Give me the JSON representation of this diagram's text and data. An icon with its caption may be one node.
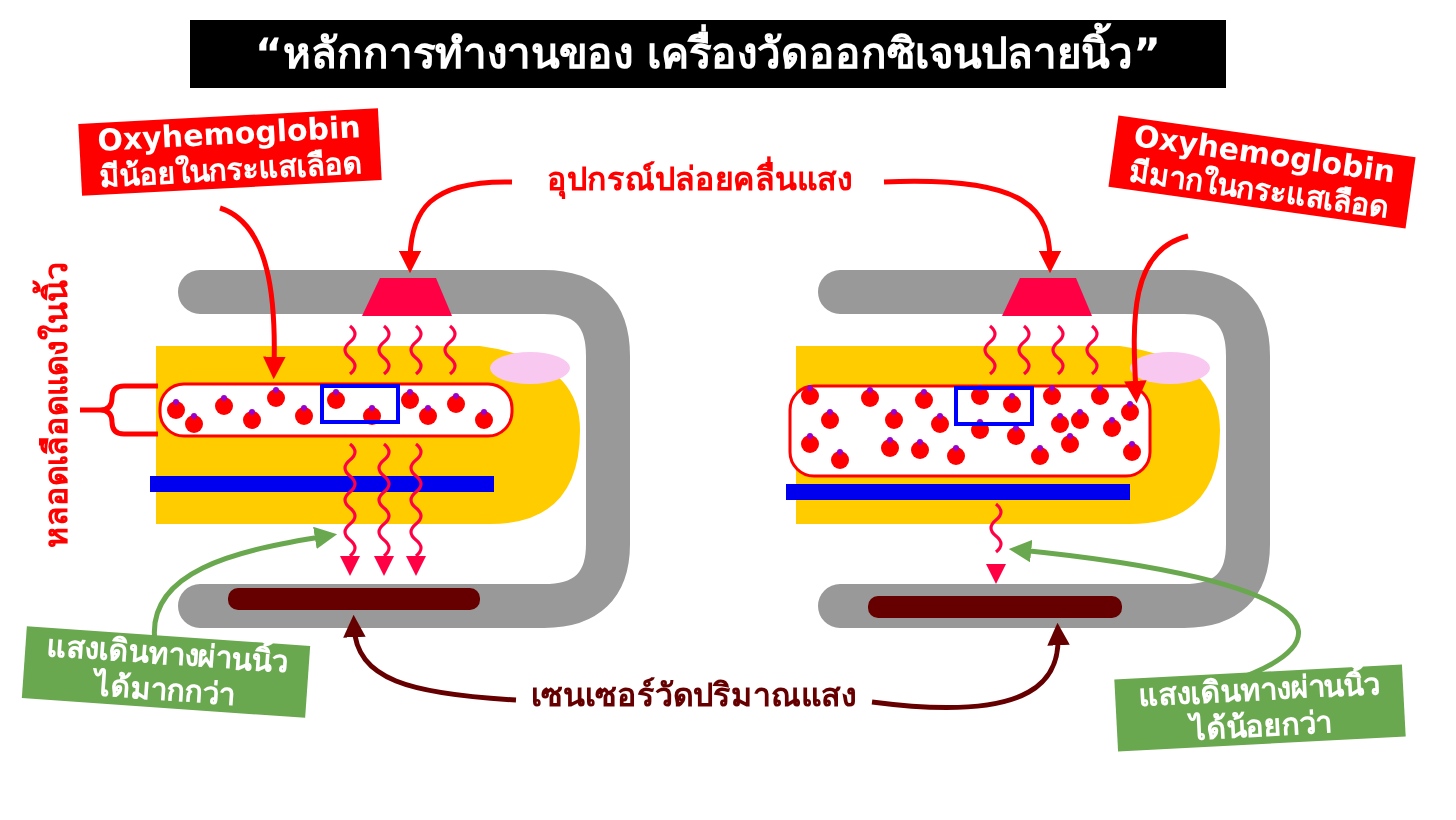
{
  "diagram": {
    "title": "“หลักการทำงานของ เครื่องวัดออกซิเจนปลายนิ้ว”",
    "nodes": [
      {
        "text": [
          "Oxyhemoglobin มีน้อยในกระแสเลือด"
        ]
      },
      {
        "text": [
          "อุปกรณ์ปล่อยคลื่นแสง"
        ]
      },
      {
        "text": [
          "Oxyhemoglobin มีมากในกระแสเลือด"
        ]
      },
      {
        "text": [
          "หลอดเลือดแดงในนิ้ว"
        ]
      },
      {
        "text": [],
        "shape": "picture"
      },
      {
        "text": [],
        "shape": "trapezoid"
      },
      {
        "text": [],
        "shape": "trapezoid"
      },
      {
        "text": [],
        "shape": "picture"
      },
      {
        "text": [],
        "shape": "picture"
      },
      {
        "text": [],
        "shape": "picture"
      },
      {
        "text": [],
        "shape": "bar"
      },
      {
        "text": [],
        "shape": "bar"
      },
      {
        "text": [
          "เซนเซอร์วัดปริมาณแสง"
        ]
      },
      {
        "text": [
          "แสงเดินทางผ่านนิ้ว ได้มากกว่า"
        ]
      },
      {
        "text": [
          "แสงเดินทางผ่านนิ้ว ได้น้อยกว่า"
        ]
      }
    ],
    "edges": [
      {
        "from": 0,
        "to": 4,
        "arrow": "to"
      },
      {
        "from": 1,
        "to": 5,
        "arrow": "to"
      },
      {
        "from": 1,
        "to": 6,
        "arrow": "to"
      },
      {
        "from": 2,
        "to": 7,
        "arrow": "to"
      },
      {
        "from": 3,
        "to": 4,
        "arrow": "none"
      },
      {
        "from": 13,
        "to": 8,
        "arrow": "to",
        "color": "#6aa84f"
      },
      {
        "from": 14,
        "to": 9,
        "arrow": "to",
        "color": "#6aa84f"
      },
      {
        "from": 12,
        "to": 10,
        "arrow": "to",
        "color": "#660000"
      },
      {
        "from": 12,
        "to": 11,
        "arrow": "to",
        "color": "#660000"
      }
    ]
  }
}
